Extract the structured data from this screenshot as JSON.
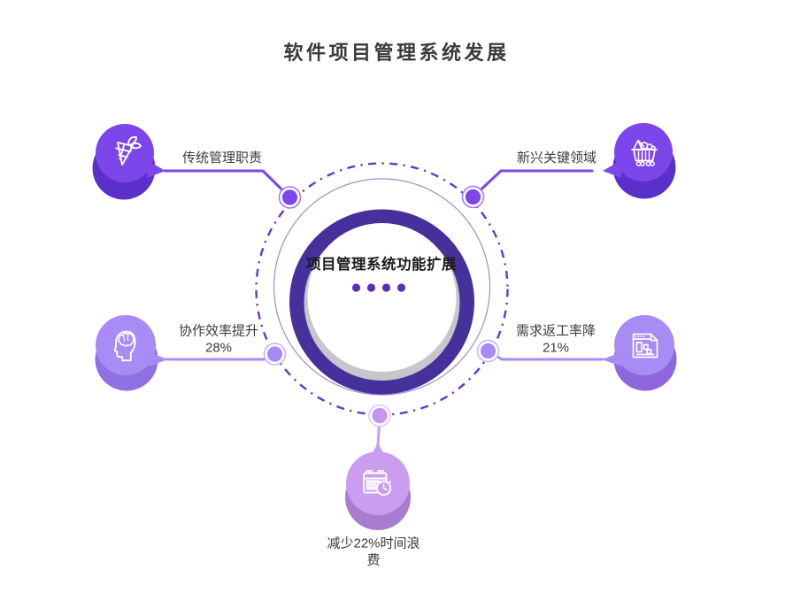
{
  "title": "软件项目管理系统发展",
  "center": {
    "label": "项目管理系统功能扩展",
    "dots_count": 4
  },
  "branches": [
    {
      "position": "top-left",
      "icon": "zongzi-dumpling-icon",
      "lines": [
        "传统管理职责"
      ]
    },
    {
      "position": "top-right",
      "icon": "mine-cart-icon",
      "lines": [
        "新兴关键领域"
      ]
    },
    {
      "position": "middle-left",
      "icon": "head-brain-icon",
      "lines": [
        "协作效率提升",
        "28%"
      ]
    },
    {
      "position": "middle-right",
      "icon": "chart-report-icon",
      "lines": [
        "需求返工率降",
        "21%"
      ]
    },
    {
      "position": "bottom",
      "icon": "calendar-clock-icon",
      "lines": [
        "减少22%时间浪",
        "费"
      ]
    }
  ],
  "palette": {
    "branch_top": "#7C46EB",
    "branch_top_shadow": "#5B2FC9",
    "branch_mid": "#A98BF5",
    "branch_mid_shadow": "#8E67DE",
    "branch_bottom": "#CB9DF0",
    "branch_bottom_shadow": "#A87CCF",
    "center_ring": "#46309C",
    "center_crescent": "#C7C6CA",
    "dotted_circle": "#6835D2",
    "center_dots": "#5B2EB8",
    "title_text": "#3A3A3A",
    "label_text": "#3C3C3C"
  }
}
